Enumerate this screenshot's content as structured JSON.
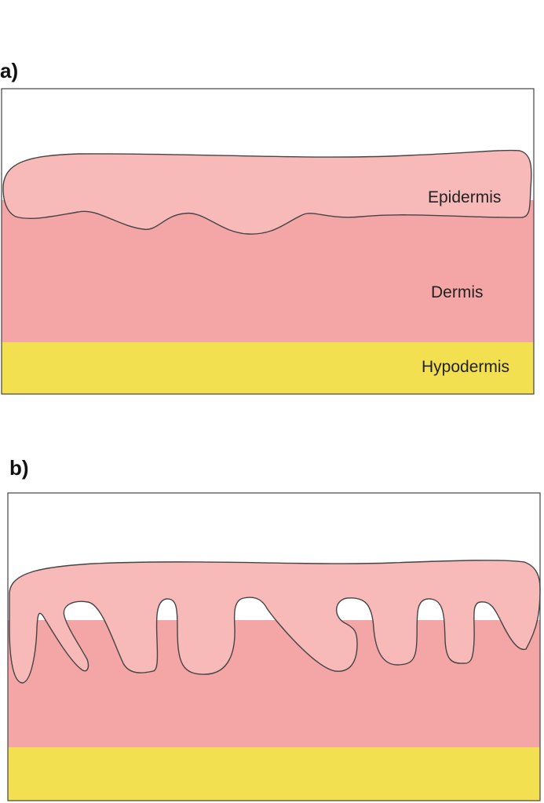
{
  "panels": [
    {
      "label": "a)",
      "layers": {
        "epidermis": "Epidermis",
        "dermis": "Dermis",
        "hypodermis": "Hypodermis"
      }
    },
    {
      "label": "b)"
    }
  ],
  "colors": {
    "epidermis": "#f8b9b9",
    "dermis": "#f4a5a5",
    "hypodermis": "#f2e050",
    "outline": "#444444"
  }
}
